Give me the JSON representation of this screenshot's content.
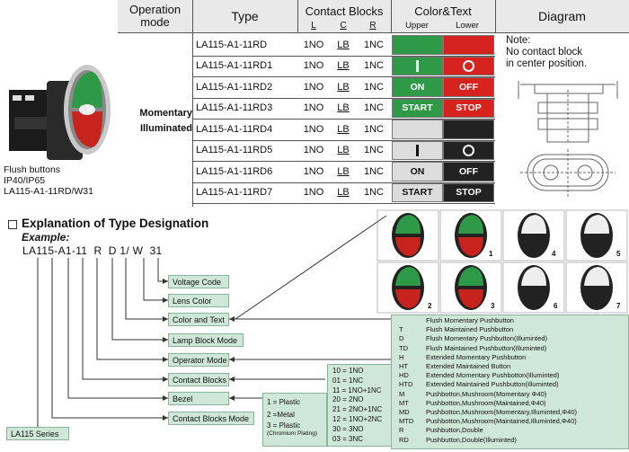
{
  "product": {
    "caption_lines": [
      "Flush buttons",
      "IP40/IP65",
      "LA115-A1-11RD/W31"
    ]
  },
  "table": {
    "headers": {
      "operation_mode": "Operation\nmode",
      "type": "Type",
      "contact_blocks": "Contact Blocks",
      "contact_sub": [
        "L",
        "C",
        "R"
      ],
      "color_text": "Color&Text",
      "color_sub": [
        "Upper",
        "Lower"
      ],
      "diagram": "Diagram"
    },
    "mode_label": "Momentary\nIlluminated",
    "rows": [
      {
        "type": "LA115-A1-11RD",
        "l": "1NO",
        "c": "LB",
        "r": "1NC",
        "upper": "",
        "lower": ""
      },
      {
        "type": "LA115-A1-11RD1",
        "l": "1NO",
        "c": "LB",
        "r": "1NC",
        "upper": "I",
        "lower": "O"
      },
      {
        "type": "LA115-A1-11RD2",
        "l": "1NO",
        "c": "LB",
        "r": "1NC",
        "upper": "ON",
        "lower": "OFF"
      },
      {
        "type": "LA115-A1-11RD3",
        "l": "1NO",
        "c": "LB",
        "r": "1NC",
        "upper": "START",
        "lower": "STOP"
      },
      {
        "type": "LA115-A1-11RD4",
        "l": "1NO",
        "c": "LB",
        "r": "1NC",
        "upper": "",
        "lower": ""
      },
      {
        "type": "LA115-A1-11RD5",
        "l": "1NO",
        "c": "LB",
        "r": "1NC",
        "upper": "I",
        "lower": "O"
      },
      {
        "type": "LA115-A1-11RD6",
        "l": "1NO",
        "c": "LB",
        "r": "1NC",
        "upper": "ON",
        "lower": "OFF"
      },
      {
        "type": "LA115-A1-11RD7",
        "l": "1NO",
        "c": "LB",
        "r": "1NC",
        "upper": "START",
        "lower": "STOP"
      }
    ],
    "note": "Note:\nNo contact block\n in center position."
  },
  "explanation": {
    "title": "Explanation of Type Designation",
    "example_label": "Example:",
    "code_parts": [
      "LA115-A",
      "1-11",
      "R",
      "D",
      "1/",
      "W",
      "31"
    ],
    "labels": {
      "voltage_code": "Voltage  Code",
      "lens_color": "Lens Color",
      "color_and_text": "Color and Text",
      "lamp_block_mode": "Lamp Block Mode",
      "operator_mode": "Operator Mode",
      "contact_blocks": "Contact Blocks",
      "bezel": "Bezel",
      "contact_blocks_mode": "Contact Blocks Mode",
      "series": "LA115  Series"
    },
    "bezel_options": [
      "1 = Plastic",
      "2 =Metal",
      "3 = Plastic",
      "(Chromium Plating)"
    ],
    "contact_options": [
      "10 = 1NO",
      "01 = 1NC",
      "11 = 1NO+1NC",
      "20 = 2NO",
      "21 = 2NO+1NC",
      "12 = 1NO+2NC",
      "30 = 3NO",
      "03 = 3NC"
    ],
    "operator_codes": [
      "",
      "T",
      "D",
      "TD",
      "H",
      "HT",
      "HD",
      "HTD",
      "M",
      "MT",
      "MD",
      "MTD",
      "R",
      "RD"
    ],
    "operator_desc": [
      "Flush Momentary Pushbutton",
      "Flush Maintained Pushbutton",
      "Flush Momentary Pushbutton(Illuminted)",
      "Flush Maintained Pushbutton(Illuminted)",
      "Extended Momentary Pushbutton",
      "Extended Maintained Button",
      "Extended Momentary Pushbotton(Illuminted)",
      "Extended Maintained Pushbutton(Illuminted)",
      "Pushbotton,Mushroom(Momentary Φ40)",
      "Pushbotton,Mushroom(Maintained,Φ40)",
      "Pushbotton,Mushroom(Momentary,Illuminted,Φ40)",
      "Pushbotton,Mushroom(Maintained,Illuminted,Φ40)",
      "Pushbutton,Double",
      "Pushbutton,Double(Illuminted)"
    ],
    "thumb_numbers": [
      "1",
      "4",
      "5",
      "2",
      "3",
      "6",
      "7"
    ]
  }
}
